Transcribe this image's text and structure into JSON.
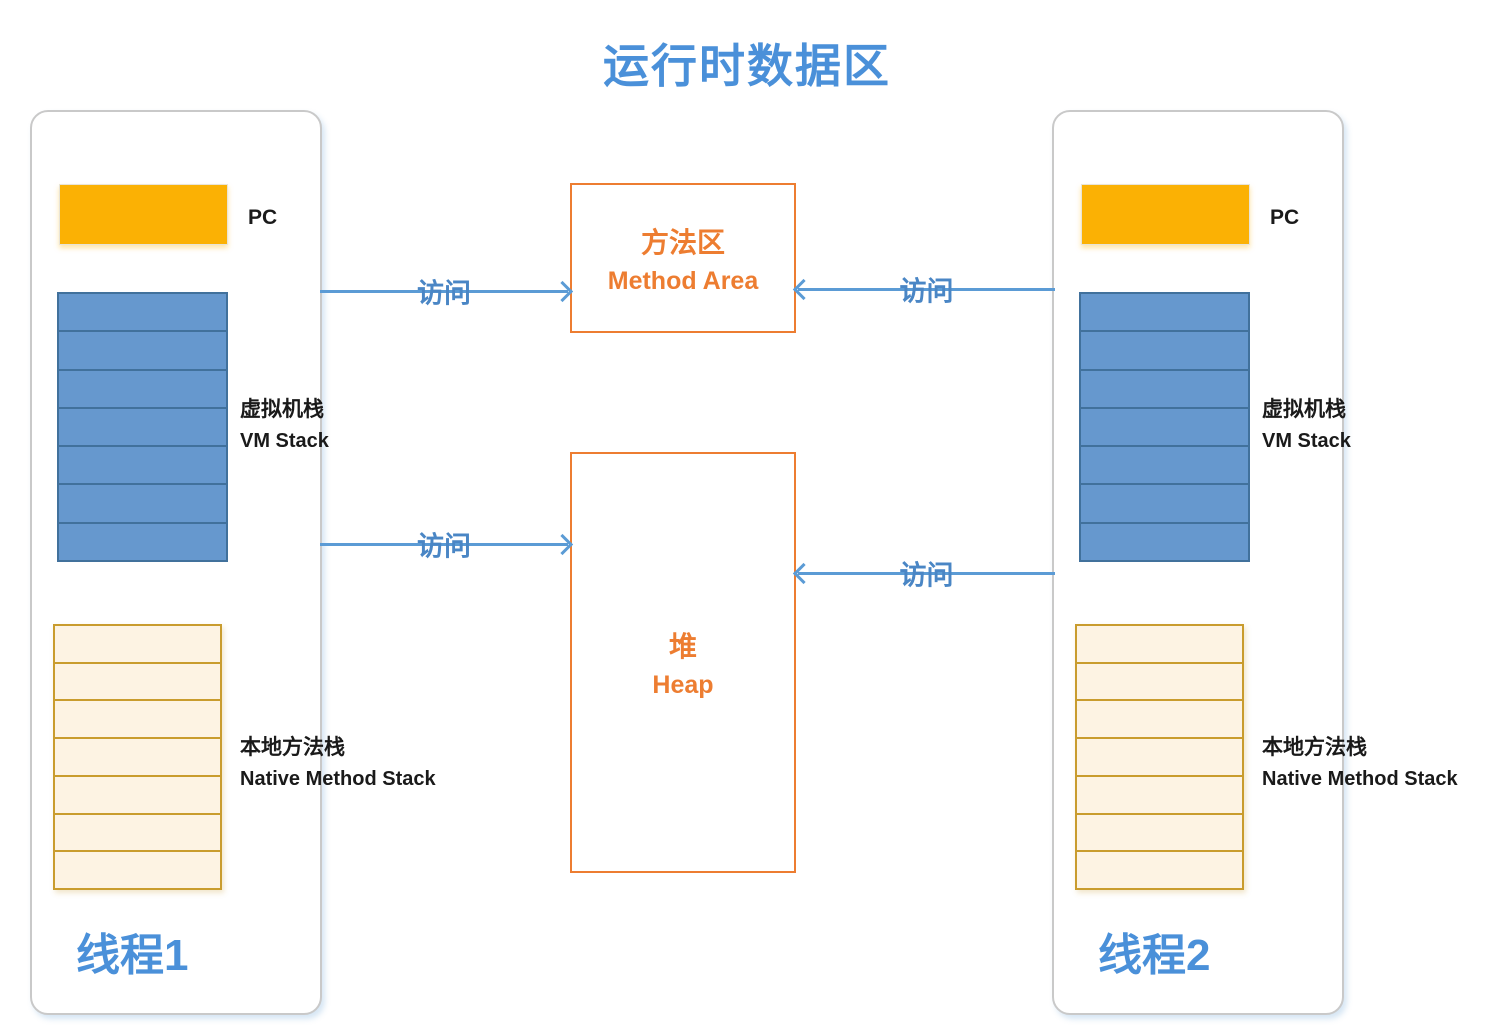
{
  "title": "运行时数据区",
  "colors": {
    "title_blue": "#4a90d9",
    "arrow_blue": "#5b9bd5",
    "pc_orange": "#fbb104",
    "vm_stack_fill": "#6698ce",
    "vm_stack_border": "#41719c",
    "native_stack_fill": "#fdf3e3",
    "native_stack_border": "#c99c2e",
    "center_box_orange": "#ed7d31",
    "panel_border_gray": "#c9c9c9"
  },
  "threads": [
    {
      "label": "线程1",
      "pc_label": "PC",
      "vm_stack": {
        "zh": "虚拟机栈",
        "en": "VM Stack",
        "rows": 7
      },
      "native_stack": {
        "zh": "本地方法栈",
        "en": "Native Method Stack",
        "rows": 7
      }
    },
    {
      "label": "线程2",
      "pc_label": "PC",
      "vm_stack": {
        "zh": "虚拟机栈",
        "en": "VM Stack",
        "rows": 7
      },
      "native_stack": {
        "zh": "本地方法栈",
        "en": "Native Method Stack",
        "rows": 7
      }
    }
  ],
  "center": {
    "method_area": {
      "zh": "方法区",
      "en": "Method Area"
    },
    "heap": {
      "zh": "堆",
      "en": "Heap"
    }
  },
  "arrows": [
    {
      "label": "访问",
      "from": "thread1",
      "to": "method-area",
      "direction": "right"
    },
    {
      "label": "访问",
      "from": "thread2",
      "to": "method-area",
      "direction": "left"
    },
    {
      "label": "访问",
      "from": "thread1",
      "to": "heap",
      "direction": "right"
    },
    {
      "label": "访问",
      "from": "thread2",
      "to": "heap",
      "direction": "left"
    }
  ]
}
